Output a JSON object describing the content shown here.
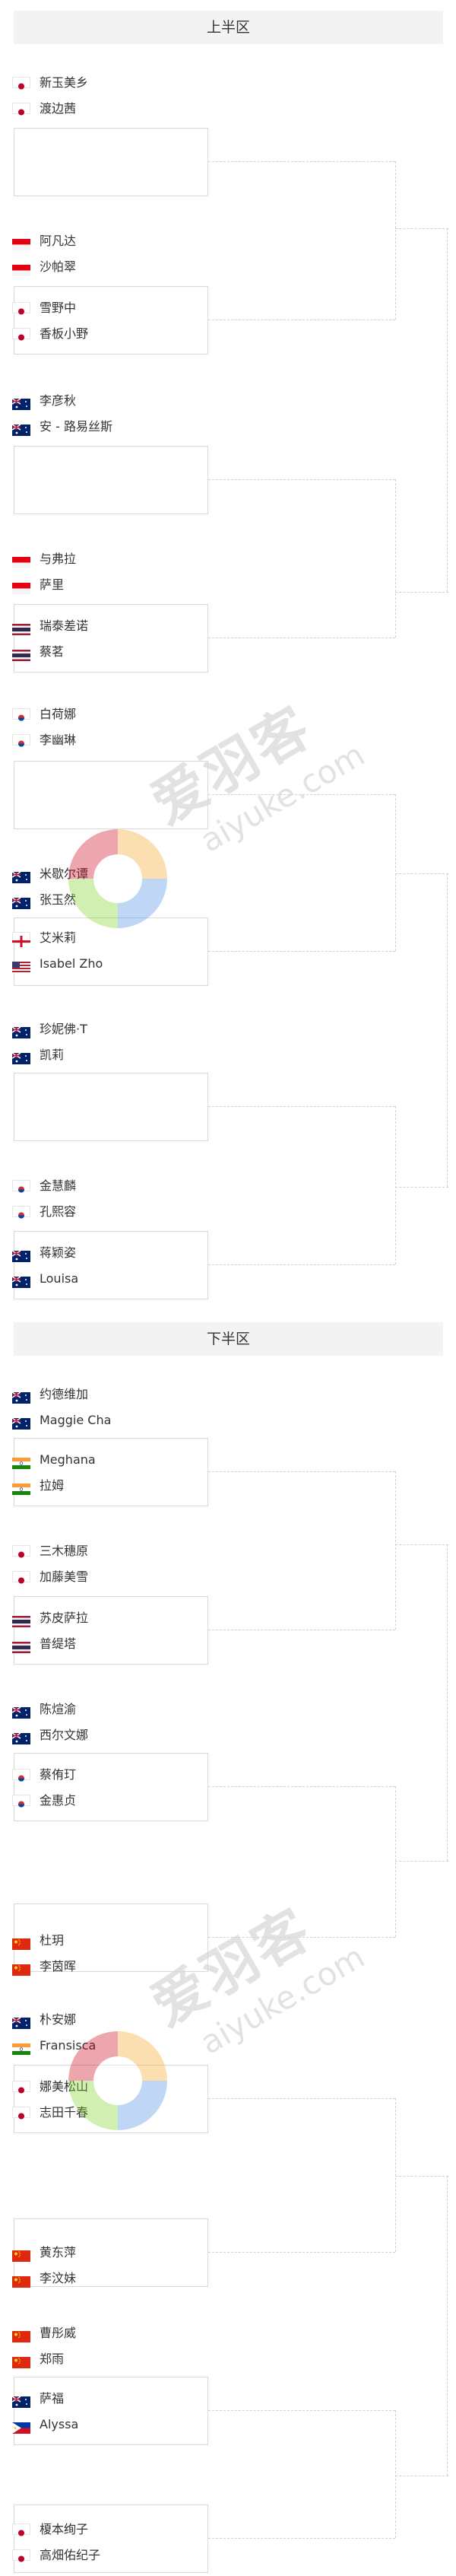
{
  "sections": [
    {
      "title": "上半区"
    },
    {
      "title": "下半区"
    }
  ],
  "watermark": {
    "big": "爱羽客",
    "small": "aiyuke.com"
  },
  "flags": {
    "jp": "#ffffff",
    "id": "#e60012",
    "au": "#1f3a8a",
    "th": "#1f3a8a",
    "kr": "#ffffff",
    "en": "#ffffff",
    "us": "#b22234",
    "in": "#ff9933",
    "cn": "#de2910",
    "ph": "#1f3a8a"
  },
  "entries": [
    {
      "name": "新玉美乡",
      "flag": "jp"
    },
    {
      "name": "渡边茜",
      "flag": "jp"
    },
    {
      "name": "阿凡达",
      "flag": "id"
    },
    {
      "name": "沙帕翠",
      "flag": "id"
    },
    {
      "name": "雪野中",
      "flag": "jp"
    },
    {
      "name": "香板小野",
      "flag": "jp"
    },
    {
      "name": "李彦秋",
      "flag": "au"
    },
    {
      "name": "安 - 路易丝斯",
      "flag": "au"
    },
    {
      "name": "与弗拉",
      "flag": "id"
    },
    {
      "name": "萨里",
      "flag": "id"
    },
    {
      "name": "瑞泰差诺",
      "flag": "th"
    },
    {
      "name": "蔡茗",
      "flag": "th"
    },
    {
      "name": "白荷娜",
      "flag": "kr"
    },
    {
      "name": "李幽琳",
      "flag": "kr"
    },
    {
      "name": "米歇尔谭",
      "flag": "au"
    },
    {
      "name": "张玉然",
      "flag": "au"
    },
    {
      "name": "艾米莉",
      "flag": "en"
    },
    {
      "name": "Isabel Zho",
      "flag": "us"
    },
    {
      "name": "珍妮佛·T",
      "flag": "au"
    },
    {
      "name": "凯莉",
      "flag": "au"
    },
    {
      "name": "金慧麟",
      "flag": "kr"
    },
    {
      "name": "孔熙容",
      "flag": "kr"
    },
    {
      "name": "蒋颖姿",
      "flag": "au"
    },
    {
      "name": "Louisa",
      "flag": "au"
    },
    {
      "name": "约德维加",
      "flag": "au"
    },
    {
      "name": "Maggie Cha",
      "flag": "au"
    },
    {
      "name": "Meghana",
      "flag": "in"
    },
    {
      "name": "拉姆",
      "flag": "in"
    },
    {
      "name": "三木穗原",
      "flag": "jp"
    },
    {
      "name": "加藤美雪",
      "flag": "jp"
    },
    {
      "name": "苏皮萨拉",
      "flag": "th"
    },
    {
      "name": "普缇塔",
      "flag": "th"
    },
    {
      "name": "陈煊渝",
      "flag": "au"
    },
    {
      "name": "西尔文娜",
      "flag": "au"
    },
    {
      "name": "蔡侑玎",
      "flag": "kr"
    },
    {
      "name": "金惠贞",
      "flag": "kr"
    },
    {
      "name": "杜玥",
      "flag": "cn"
    },
    {
      "name": "李茵晖",
      "flag": "cn"
    },
    {
      "name": "朴安娜",
      "flag": "au"
    },
    {
      "name": "Fransisca",
      "flag": "in"
    },
    {
      "name": "娜美松山",
      "flag": "jp"
    },
    {
      "name": "志田千春",
      "flag": "jp"
    },
    {
      "name": "黄东萍",
      "flag": "cn"
    },
    {
      "name": "李汶妹",
      "flag": "cn"
    },
    {
      "name": "曹彤威",
      "flag": "cn"
    },
    {
      "name": "郑雨",
      "flag": "cn"
    },
    {
      "name": "萨福",
      "flag": "au"
    },
    {
      "name": "Alyssa",
      "flag": "ph"
    },
    {
      "name": "榎本绚子",
      "flag": "jp"
    },
    {
      "name": "高畑佑纪子",
      "flag": "jp"
    }
  ]
}
